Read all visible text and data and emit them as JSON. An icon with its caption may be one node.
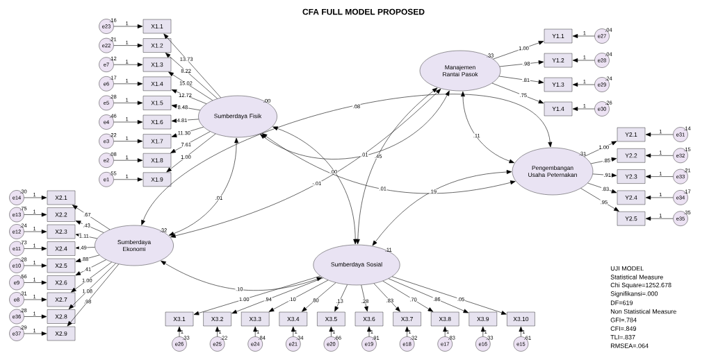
{
  "diagram": {
    "title": "CFA FULL MODEL PROPOSED",
    "nodes": [
      {
        "text": [
          "Sumberdaya Fisik"
        ],
        "beside": [
          ".00"
        ]
      },
      {
        "text": [
          "Manajemen Rantai Pasok"
        ],
        "beside": [
          ".33"
        ]
      },
      {
        "text": [
          "Pengembangan Usaha Peternakan"
        ],
        "beside": [
          ".31"
        ]
      },
      {
        "text": [
          "Sumberdaya Ekonomi"
        ],
        "beside": [
          ".32"
        ]
      },
      {
        "text": [
          "Sumberdaya Sosial"
        ],
        "beside": [
          ".11"
        ]
      },
      {
        "text": [
          "X1.1"
        ]
      },
      {
        "text": [
          "X1.2"
        ]
      },
      {
        "text": [
          "X1.3"
        ]
      },
      {
        "text": [
          "X1.4"
        ]
      },
      {
        "text": [
          "X1.5"
        ]
      },
      {
        "text": [
          "X1.6"
        ]
      },
      {
        "text": [
          "X1.7"
        ]
      },
      {
        "text": [
          "X1.8"
        ]
      },
      {
        "text": [
          "X1.9"
        ]
      },
      {
        "text": [
          "e23"
        ],
        "beside": [
          ".16"
        ]
      },
      {
        "text": [
          "e22"
        ],
        "beside": [
          ".21"
        ]
      },
      {
        "text": [
          "e7"
        ],
        "beside": [
          ".12"
        ]
      },
      {
        "text": [
          "e6"
        ],
        "beside": [
          ".17"
        ]
      },
      {
        "text": [
          "e5"
        ],
        "beside": [
          ".28"
        ]
      },
      {
        "text": [
          "e4"
        ],
        "beside": [
          ".46"
        ]
      },
      {
        "text": [
          "e3"
        ],
        "beside": [
          ".22"
        ]
      },
      {
        "text": [
          "e2"
        ],
        "beside": [
          ".08"
        ]
      },
      {
        "text": [
          "e1"
        ],
        "beside": [
          ".55"
        ]
      },
      {
        "text": [
          "X2.1"
        ]
      },
      {
        "text": [
          "X2.2"
        ]
      },
      {
        "text": [
          "X2.3"
        ]
      },
      {
        "text": [
          "X2.4"
        ]
      },
      {
        "text": [
          "X2.5"
        ]
      },
      {
        "text": [
          "X2.6"
        ]
      },
      {
        "text": [
          "X2.7"
        ]
      },
      {
        "text": [
          "X2.8"
        ]
      },
      {
        "text": [
          "X2.9"
        ]
      },
      {
        "text": [
          "e14"
        ],
        "beside": [
          ".30"
        ]
      },
      {
        "text": [
          "e13"
        ],
        "beside": [
          ".75"
        ]
      },
      {
        "text": [
          "e12"
        ],
        "beside": [
          ".24"
        ]
      },
      {
        "text": [
          "e11"
        ],
        "beside": [
          ".73"
        ]
      },
      {
        "text": [
          "e10"
        ],
        "beside": [
          ".28"
        ]
      },
      {
        "text": [
          "e9"
        ],
        "beside": [
          ".56"
        ]
      },
      {
        "text": [
          "e8"
        ],
        "beside": [
          ".31"
        ]
      },
      {
        "text": [
          "e36"
        ],
        "beside": [
          ".28"
        ]
      },
      {
        "text": [
          "e37"
        ],
        "beside": [
          ".29"
        ]
      },
      {
        "text": [
          "X3.1"
        ]
      },
      {
        "text": [
          "X3.2"
        ]
      },
      {
        "text": [
          "X3.3"
        ]
      },
      {
        "text": [
          "X3.4"
        ]
      },
      {
        "text": [
          "X3.5"
        ]
      },
      {
        "text": [
          "X3.6"
        ]
      },
      {
        "text": [
          "X3.7"
        ]
      },
      {
        "text": [
          "X3.8"
        ]
      },
      {
        "text": [
          "X3.9"
        ]
      },
      {
        "text": [
          "X3.10"
        ]
      },
      {
        "text": [
          "e26"
        ],
        "beside": [
          ".33"
        ]
      },
      {
        "text": [
          "e25"
        ],
        "beside": [
          ".22"
        ]
      },
      {
        "text": [
          "e24"
        ],
        "beside": [
          ".84"
        ]
      },
      {
        "text": [
          "e21"
        ],
        "beside": [
          ".34"
        ]
      },
      {
        "text": [
          "e20"
        ],
        "beside": [
          ".66"
        ]
      },
      {
        "text": [
          "e19"
        ],
        "beside": [
          ".91"
        ]
      },
      {
        "text": [
          "e18"
        ],
        "beside": [
          ".32"
        ]
      },
      {
        "text": [
          "e17"
        ],
        "beside": [
          ".83"
        ]
      },
      {
        "text": [
          "e16"
        ],
        "beside": [
          ".33"
        ]
      },
      {
        "text": [
          "e15"
        ],
        "beside": [
          ".61"
        ]
      },
      {
        "text": [
          "Y1.1"
        ]
      },
      {
        "text": [
          "Y1.2"
        ]
      },
      {
        "text": [
          "Y1.3"
        ]
      },
      {
        "text": [
          "Y1.4"
        ]
      },
      {
        "text": [
          "e27"
        ],
        "beside": [
          ".04"
        ]
      },
      {
        "text": [
          "e28"
        ],
        "beside": [
          ".04"
        ]
      },
      {
        "text": [
          "e29"
        ],
        "beside": [
          ".24"
        ]
      },
      {
        "text": [
          "e30"
        ],
        "beside": [
          ".26"
        ]
      },
      {
        "text": [
          "Y2.1"
        ]
      },
      {
        "text": [
          "Y2.2"
        ]
      },
      {
        "text": [
          "Y2.3"
        ]
      },
      {
        "text": [
          "Y2.4"
        ]
      },
      {
        "text": [
          "Y2.5"
        ]
      },
      {
        "text": [
          "e31"
        ],
        "beside": [
          ".14"
        ]
      },
      {
        "text": [
          "e32"
        ],
        "beside": [
          ".15"
        ]
      },
      {
        "text": [
          "e33"
        ],
        "beside": [
          ".21"
        ]
      },
      {
        "text": [
          "e34"
        ],
        "beside": [
          ".17"
        ]
      },
      {
        "text": [
          "e35"
        ],
        "beside": [
          ".35"
        ]
      }
    ],
    "edges": [
      {
        "from": 0,
        "to": 5,
        "arrow": "to",
        "label": "13.73"
      },
      {
        "from": 0,
        "to": 6,
        "arrow": "to",
        "label": "8.22"
      },
      {
        "from": 0,
        "to": 7,
        "arrow": "to",
        "label": "15.02"
      },
      {
        "from": 0,
        "to": 8,
        "arrow": "to",
        "label": "12.72"
      },
      {
        "from": 0,
        "to": 9,
        "arrow": "to",
        "label": "8.48"
      },
      {
        "from": 0,
        "to": 10,
        "arrow": "to",
        "label": "4.81"
      },
      {
        "from": 0,
        "to": 11,
        "arrow": "to",
        "label": "11.30"
      },
      {
        "from": 0,
        "to": 12,
        "arrow": "to",
        "label": "7.61"
      },
      {
        "from": 0,
        "to": 13,
        "arrow": "to",
        "label": "1.00"
      },
      {
        "from": 3,
        "to": 23,
        "arrow": "to",
        "label": ".67"
      },
      {
        "from": 3,
        "to": 24,
        "arrow": "to",
        "label": ".43"
      },
      {
        "from": 3,
        "to": 25,
        "arrow": "to",
        "label": "1.11"
      },
      {
        "from": 3,
        "to": 26,
        "arrow": "to",
        "label": ".49"
      },
      {
        "from": 3,
        "to": 27,
        "arrow": "to",
        "label": ".88"
      },
      {
        "from": 3,
        "to": 28,
        "arrow": "to",
        "label": ".41"
      },
      {
        "from": 3,
        "to": 29,
        "arrow": "to",
        "label": "1.00"
      },
      {
        "from": 3,
        "to": 30,
        "arrow": "to",
        "label": "1.08"
      },
      {
        "from": 3,
        "to": 31,
        "arrow": "to",
        "label": ".98"
      },
      {
        "from": 4,
        "to": 41,
        "arrow": "to",
        "label": "1.00"
      },
      {
        "from": 4,
        "to": 42,
        "arrow": "to",
        "label": ".94"
      },
      {
        "from": 4,
        "to": 43,
        "arrow": "to",
        "label": ".10"
      },
      {
        "from": 4,
        "to": 44,
        "arrow": "to",
        "label": ".80"
      },
      {
        "from": 4,
        "to": 45,
        "arrow": "to",
        "label": ".13"
      },
      {
        "from": 4,
        "to": 46,
        "arrow": "to",
        "label": ".28"
      },
      {
        "from": 4,
        "to": 47,
        "arrow": "to",
        "label": ".83"
      },
      {
        "from": 4,
        "to": 48,
        "arrow": "to",
        "label": ".70"
      },
      {
        "from": 4,
        "to": 49,
        "arrow": "to",
        "label": ".86"
      },
      {
        "from": 4,
        "to": 50,
        "arrow": "to",
        "label": ".05"
      },
      {
        "from": 1,
        "to": 61,
        "arrow": "to",
        "label": "1.00"
      },
      {
        "from": 1,
        "to": 62,
        "arrow": "to",
        "label": ".98"
      },
      {
        "from": 1,
        "to": 63,
        "arrow": "to",
        "label": ".81"
      },
      {
        "from": 1,
        "to": 64,
        "arrow": "to",
        "label": ".75"
      },
      {
        "from": 2,
        "to": 69,
        "arrow": "to",
        "label": "1.00"
      },
      {
        "from": 2,
        "to": 70,
        "arrow": "to",
        "label": ".85"
      },
      {
        "from": 2,
        "to": 71,
        "arrow": "to",
        "label": ".91"
      },
      {
        "from": 2,
        "to": 72,
        "arrow": "to",
        "label": ".83"
      },
      {
        "from": 2,
        "to": 73,
        "arrow": "to",
        "label": ".95"
      },
      {
        "from": 14,
        "to": 5,
        "arrow": "to",
        "label": "1"
      },
      {
        "from": 15,
        "to": 6,
        "arrow": "to",
        "label": "1"
      },
      {
        "from": 16,
        "to": 7,
        "arrow": "to",
        "label": "1"
      },
      {
        "from": 17,
        "to": 8,
        "arrow": "to",
        "label": "1"
      },
      {
        "from": 18,
        "to": 9,
        "arrow": "to",
        "label": "1"
      },
      {
        "from": 19,
        "to": 10,
        "arrow": "to",
        "label": "1"
      },
      {
        "from": 20,
        "to": 11,
        "arrow": "to",
        "label": "1"
      },
      {
        "from": 21,
        "to": 12,
        "arrow": "to",
        "label": "1"
      },
      {
        "from": 22,
        "to": 13,
        "arrow": "to",
        "label": "1"
      },
      {
        "from": 32,
        "to": 23,
        "arrow": "to",
        "label": "1"
      },
      {
        "from": 33,
        "to": 24,
        "arrow": "to",
        "label": "1"
      },
      {
        "from": 34,
        "to": 25,
        "arrow": "to",
        "label": "1"
      },
      {
        "from": 35,
        "to": 26,
        "arrow": "to",
        "label": "1"
      },
      {
        "from": 36,
        "to": 27,
        "arrow": "to",
        "label": "1"
      },
      {
        "from": 37,
        "to": 28,
        "arrow": "to",
        "label": "1"
      },
      {
        "from": 38,
        "to": 29,
        "arrow": "to",
        "label": "1"
      },
      {
        "from": 39,
        "to": 30,
        "arrow": "to",
        "label": "1"
      },
      {
        "from": 40,
        "to": 31,
        "arrow": "to",
        "label": "1"
      },
      {
        "from": 51,
        "to": 41,
        "arrow": "to",
        "label": "1"
      },
      {
        "from": 52,
        "to": 42,
        "arrow": "to",
        "label": "1"
      },
      {
        "from": 53,
        "to": 43,
        "arrow": "to",
        "label": "1"
      },
      {
        "from": 54,
        "to": 44,
        "arrow": "to",
        "label": "1"
      },
      {
        "from": 55,
        "to": 45,
        "arrow": "to",
        "label": "1"
      },
      {
        "from": 56,
        "to": 46,
        "arrow": "to",
        "label": "1"
      },
      {
        "from": 57,
        "to": 47,
        "arrow": "to",
        "label": "1"
      },
      {
        "from": 58,
        "to": 48,
        "arrow": "to",
        "label": "1"
      },
      {
        "from": 59,
        "to": 49,
        "arrow": "to",
        "label": "1"
      },
      {
        "from": 60,
        "to": 50,
        "arrow": "to",
        "label": "1"
      },
      {
        "from": 65,
        "to": 61,
        "arrow": "to",
        "label": "1"
      },
      {
        "from": 66,
        "to": 62,
        "arrow": "to",
        "label": "1"
      },
      {
        "from": 67,
        "to": 63,
        "arrow": "to",
        "label": "1"
      },
      {
        "from": 68,
        "to": 64,
        "arrow": "to",
        "label": "1"
      },
      {
        "from": 74,
        "to": 69,
        "arrow": "to",
        "label": "1"
      },
      {
        "from": 75,
        "to": 70,
        "arrow": "to",
        "label": "1"
      },
      {
        "from": 76,
        "to": 71,
        "arrow": "to",
        "label": "1"
      },
      {
        "from": 77,
        "to": 72,
        "arrow": "to",
        "label": "1"
      },
      {
        "from": 78,
        "to": 73,
        "arrow": "to",
        "label": "1"
      },
      {
        "from": 0,
        "to": 1,
        "arrow": "both",
        "label": ".01"
      },
      {
        "from": 0,
        "to": 2,
        "arrow": "both",
        "label": ".01"
      },
      {
        "from": 0,
        "to": 3,
        "arrow": "both",
        "label": ".01"
      },
      {
        "from": 0,
        "to": 4,
        "arrow": "both",
        "label": ".00"
      },
      {
        "from": 3,
        "to": 4,
        "arrow": "both",
        "label": ".10"
      },
      {
        "from": 4,
        "to": 1,
        "arrow": "both",
        "label": ".45"
      },
      {
        "from": 1,
        "to": 2,
        "arrow": "both",
        "label": ".11"
      },
      {
        "from": 4,
        "to": 2,
        "arrow": "both",
        "label": ".19"
      },
      {
        "from": 3,
        "to": 2,
        "arrow": "both",
        "label": ".08"
      },
      {
        "from": 3,
        "to": 1,
        "arrow": "both",
        "label": "-.01"
      }
    ],
    "labels": [
      "UJI MODEL",
      "Statistical Measure",
      "Chi Square=1252.678",
      "Signifikansi=.000",
      "DF=619",
      "Non Statistical Measure",
      "GFI=.784",
      "CFI=.849",
      "TLI=.837",
      "RMSEA=.064"
    ]
  }
}
